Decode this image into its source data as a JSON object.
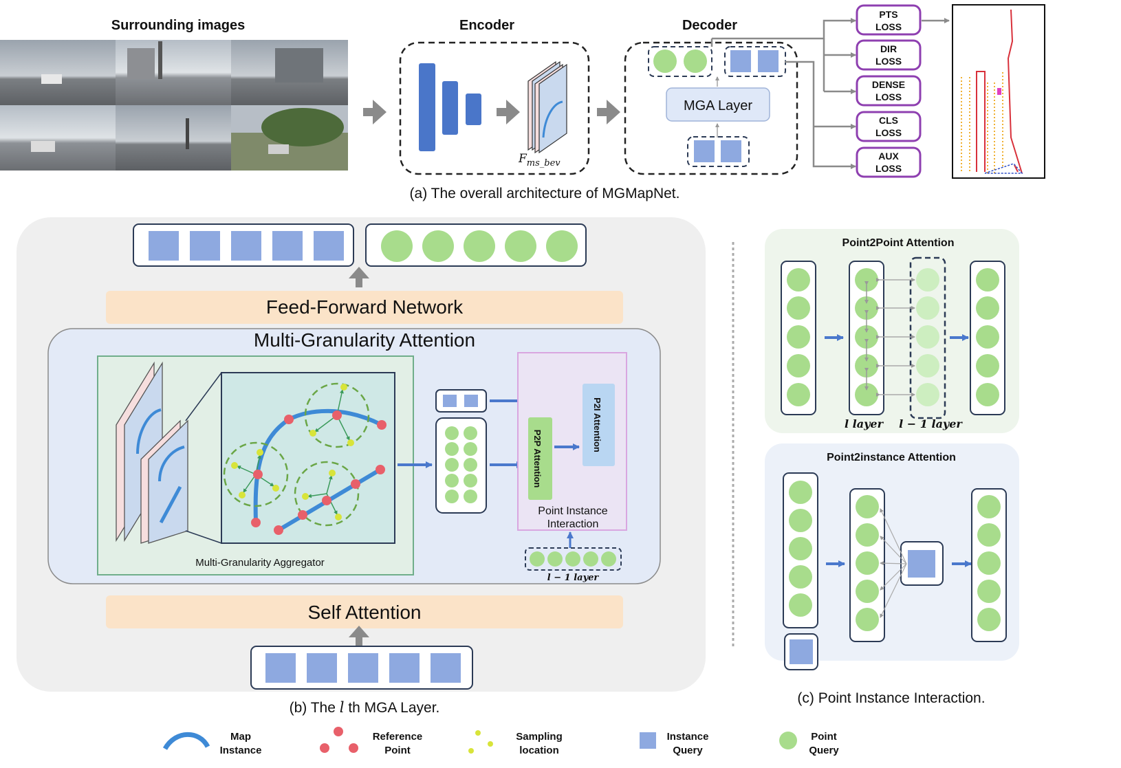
{
  "colors": {
    "point_query": "#a8dc8c",
    "point_query_light": "#cdeec0",
    "instance_query": "#8ea9e0",
    "blue_block": "#4a76c9",
    "arrow_gray": "#8a8a8a",
    "arrow_blue": "#4a78cc",
    "loss_border": "#8e3fb0",
    "ffn_fill": "#fbe3c8",
    "mga_fill": "#e3eaf7",
    "layer_bg": "#efefef",
    "aggregator_fill": "#e2efe6",
    "aggregator_border": "#6fae8b",
    "zoom_fill": "#cfe8e6",
    "ref_point": "#e8606a",
    "sampling_point": "#d8e43a",
    "map_instance": "#3e8ad6",
    "pii_border": "#d9a6e0",
    "p2p_fill": "#a8dc8c",
    "p2i_fill": "#b9d6f2"
  },
  "top": {
    "surrounding_title": "Surrounding images",
    "encoder_title": "Encoder",
    "decoder_title": "Decoder",
    "feature_label": "F",
    "feature_sub": "ms_bev",
    "mga_layer_label": "MGA Layer",
    "losses": [
      {
        "line1": "PTS",
        "line2": "LOSS"
      },
      {
        "line1": "DIR",
        "line2": "LOSS"
      },
      {
        "line1": "DENSE",
        "line2": "LOSS"
      },
      {
        "line1": "CLS",
        "line2": "LOSS"
      },
      {
        "line1": "AUX",
        "line2": "LOSS"
      }
    ],
    "caption": "(a) The overall architecture of MGMapNet."
  },
  "layer": {
    "ffn": "Feed-Forward Network",
    "mga": "Multi-Granularity Attention",
    "aggregator": "Multi-Granularity Aggregator",
    "p2p": "P2P Attention",
    "p2i": "P2I Attention",
    "pii_line1": "Point Instance",
    "pii_line2": "Interaction",
    "prev_layer": "l − 1 layer",
    "self_attention": "Self Attention",
    "caption_pre": "(b) The ",
    "caption_var": "l",
    "caption_post": " th MGA Layer."
  },
  "interaction": {
    "p2p_title": "Point2Point Attention",
    "p2i_title": "Point2instance Attention",
    "l_layer": "l  layer",
    "l1_layer": "l − 1 layer",
    "caption": "(c) Point Instance Interaction."
  },
  "legend": [
    {
      "icon": "map-instance",
      "line1": "Map",
      "line2": "Instance"
    },
    {
      "icon": "reference-point",
      "line1": "Reference",
      "line2": "Point"
    },
    {
      "icon": "sampling-location",
      "line1": "Sampling",
      "line2": "location"
    },
    {
      "icon": "instance-query",
      "line1": "Instance",
      "line2": "Query"
    },
    {
      "icon": "point-query",
      "line1": "Point",
      "line2": "Query"
    }
  ]
}
